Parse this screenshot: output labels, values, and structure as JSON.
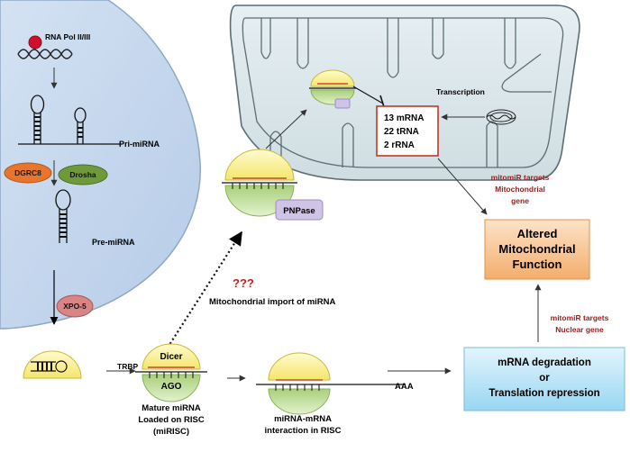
{
  "nucleus": {
    "polymerase_label": "RNA Pol II/III",
    "pri_mirna_label": "Pri-miRNA",
    "dgrc8_label": "DGRC8",
    "drosha_label": "Drosha",
    "pre_mirna_label": "Pre-miRNA",
    "xpo5_label": "XPO-5"
  },
  "mitochondrion": {
    "transcription_label": "Transcription",
    "genes": [
      "13 mRNA",
      "22 tRNA",
      "2 rRNA"
    ],
    "pnpase_label": "PNPase"
  },
  "import": {
    "question_label": "???",
    "label": "Mitochondrial import of miRNA"
  },
  "risc": {
    "dicer_label": "Dicer",
    "trbp_label": "TRBP",
    "ago_label": "AGO",
    "caption": [
      "Mature miRNA",
      "Loaded on RISC",
      "(miRISC)"
    ]
  },
  "interaction": {
    "polya_label": "AAA",
    "caption": [
      "miRNA-mRNA",
      "interaction in RISC"
    ]
  },
  "outcomes": {
    "mito_targets_label": [
      "mitomiR targets",
      "Mitochondrial",
      "gene"
    ],
    "nuclear_targets_label": [
      "mitomiR targets",
      "Nuclear gene"
    ],
    "altered_function": [
      "Altered",
      "Mitochondrial",
      "Function"
    ],
    "degradation": [
      "mRNA degradation",
      "or",
      "Translation repression"
    ]
  },
  "colors": {
    "nucleus_fill": "#c7d8ee",
    "mito_fill": "#dce8ec",
    "dicer_yellow": "#fff29a",
    "ago_green": "#c7e2a4",
    "drosha_green": "#6f9a3c",
    "dgrc8_orange": "#e8752e",
    "xpo5_red": "#d98585",
    "pnpase_purple": "#cfc4e6",
    "dark_red": "#a01c1c",
    "altered_orange": "#f6c08e",
    "degradation_blue": "#b9e3f6"
  }
}
